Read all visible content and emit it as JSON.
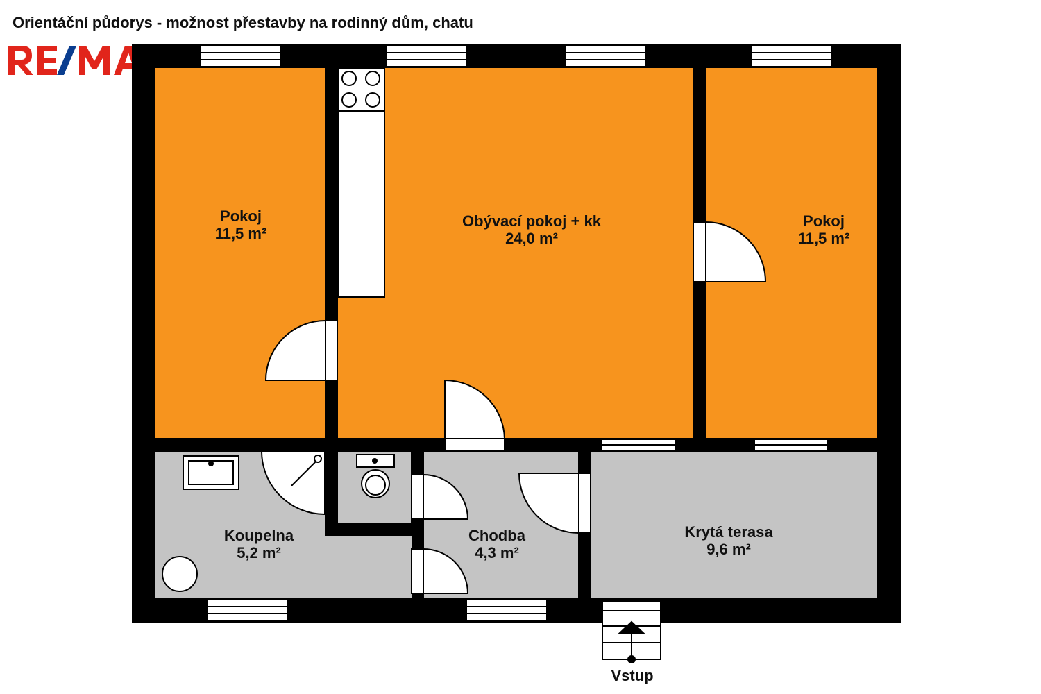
{
  "caption": "Orientáční půdorys - možnost přestavby na rodinný dům, chatu",
  "logo": {
    "text": "RE/MAX",
    "colors": {
      "red": "#e1251b",
      "blue": "#0a3d8f"
    }
  },
  "colors": {
    "wall": "#000000",
    "room_orange": "#f7941e",
    "room_gray": "#c4c4c4"
  },
  "rooms": {
    "pokoj_left": {
      "name": "Pokoj",
      "area": "11,5 m²"
    },
    "living": {
      "name": "Obývací pokoj + kk",
      "area": "24,0 m²"
    },
    "pokoj_right": {
      "name": "Pokoj",
      "area": "11,5 m²"
    },
    "koupelna": {
      "name": "Koupelna",
      "area": "5,2 m²"
    },
    "chodba": {
      "name": "Chodba",
      "area": "4,3 m²"
    },
    "terasa": {
      "name": "Krytá terasa",
      "area": "9,6 m²"
    }
  },
  "entrance": {
    "label": "Vstup"
  }
}
